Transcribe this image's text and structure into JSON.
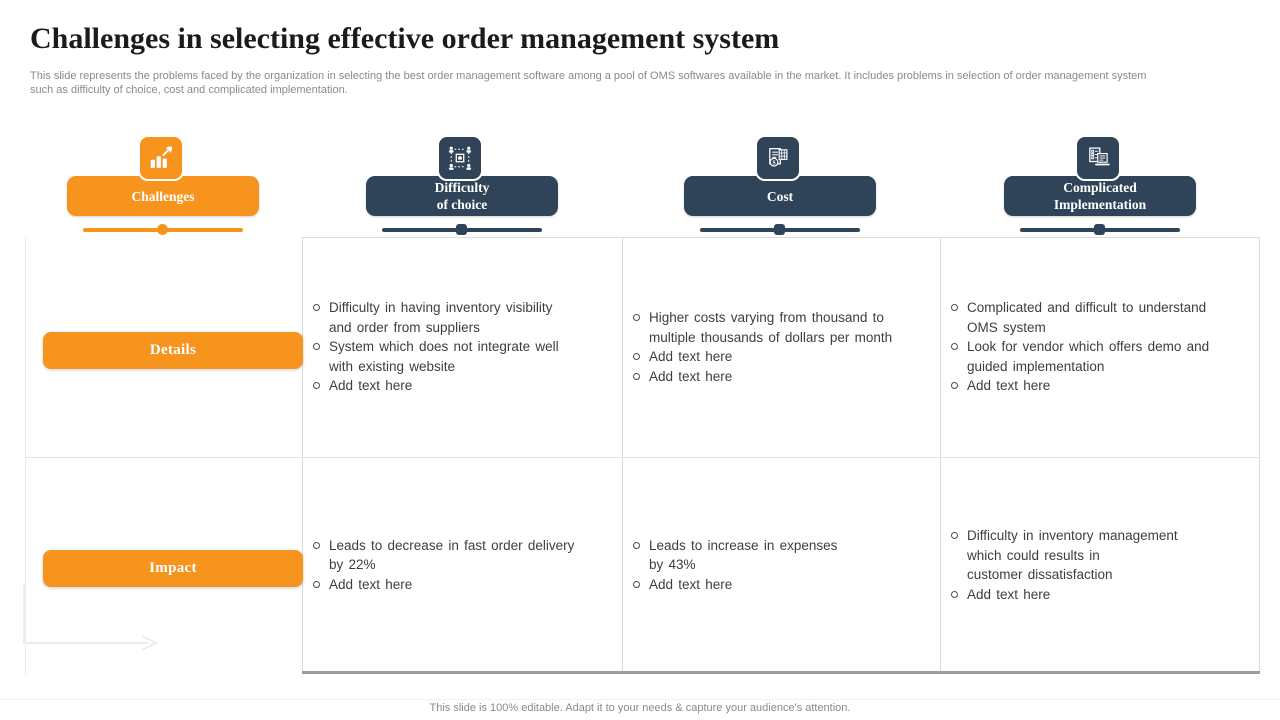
{
  "slide": {
    "title": "Challenges in selecting effective order management system",
    "subtitle": "This slide represents the problems faced by the organization in selecting the best order management software among a pool of OMS softwares available in the market. It includes problems in selection of order management system\nsuch as difficulty of choice, cost and complicated implementation.",
    "footer": "This slide is 100% editable. Adapt it to your needs & capture your audience's attention."
  },
  "colors": {
    "orange": "#F7941E",
    "navy": "#304459",
    "body_text": "#3e3e3e",
    "muted_text": "#8a8a8a"
  },
  "columns": [
    {
      "label": "Challenges",
      "icon": "growth-bar-chart-icon",
      "accent": "orange"
    },
    {
      "label": "Difficulty\nof choice",
      "icon": "team-network-icon",
      "accent": "navy"
    },
    {
      "label": "Cost",
      "icon": "invoice-calculator-icon",
      "accent": "navy"
    },
    {
      "label": "Complicated\nImplementation",
      "icon": "laptop-checklist-icon",
      "accent": "navy"
    }
  ],
  "rows": [
    {
      "label": "Details",
      "cells": [
        {
          "items": [
            "Difficulty in having inventory visibility\nand order from suppliers",
            "System which does not integrate well\nwith existing website",
            "Add text here"
          ]
        },
        {
          "items": [
            "Higher costs varying from thousand to\nmultiple thousands of dollars per month",
            "Add text here",
            "Add text here"
          ]
        },
        {
          "items": [
            "Complicated and difficult to understand\nOMS system",
            "Look for vendor which offers demo and\nguided implementation",
            "Add text here"
          ]
        }
      ]
    },
    {
      "label": "Impact",
      "cells": [
        {
          "items": [
            "Leads to decrease in fast order delivery\nby 22%",
            "Add text here"
          ]
        },
        {
          "items": [
            "Leads to increase in expenses\nby 43%",
            "Add text here"
          ]
        },
        {
          "items": [
            "Difficulty in inventory management\nwhich could results in\ncustomer dissatisfaction",
            "Add text here"
          ]
        }
      ]
    }
  ]
}
